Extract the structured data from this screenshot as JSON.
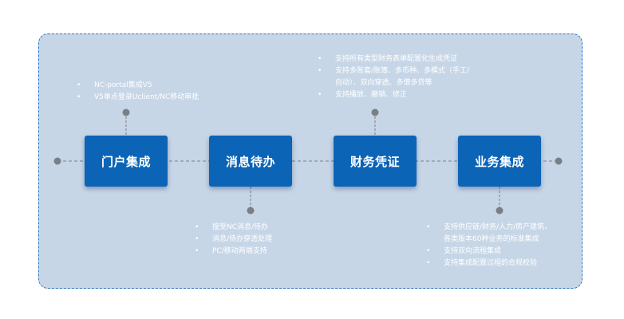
{
  "diagram": {
    "steps": [
      {
        "label": "门户集成",
        "notes": [
          "NC-portal集成V5",
          "V5单点登录Uclient/NC移动审批"
        ]
      },
      {
        "label": "消息待办",
        "notes": [
          "接受NC消息/待办",
          "消息/待办穿透处理",
          "PC/移动两端支持"
        ]
      },
      {
        "label": "财务凭证",
        "notes": [
          "支持所有类型财务表单配置化生成凭证",
          "支持多账套/账簿、多币种、多模式（手工/",
          "自动）、双向穿透、多借多贷等",
          "支持播放、撤销、修正"
        ]
      },
      {
        "label": "业务集成",
        "notes": [
          "支持供应链/财务/人力/房产建筑、",
          "各类版本60种业务的标准集成",
          "支持双向流程集成",
          "支持集成配置过程的合规校验"
        ]
      }
    ],
    "colors": {
      "panel": "#c6d6e7",
      "panel_border": "#2f78c4",
      "box": "#0c64b7",
      "connector": "#7a7f86",
      "text": "#ffffff"
    }
  }
}
